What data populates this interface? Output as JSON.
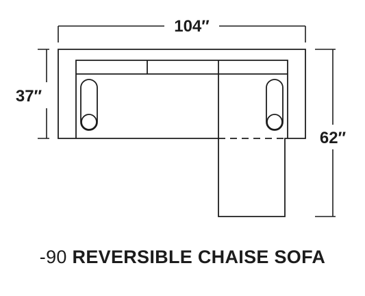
{
  "dimensions": {
    "width": "104″",
    "depth": "37″",
    "chaise_depth": "62″"
  },
  "caption": {
    "code": "-90",
    "name": "REVERSIBLE CHAISE SOFA"
  },
  "colors": {
    "line": "#1c1c1c",
    "background": "#ffffff"
  }
}
